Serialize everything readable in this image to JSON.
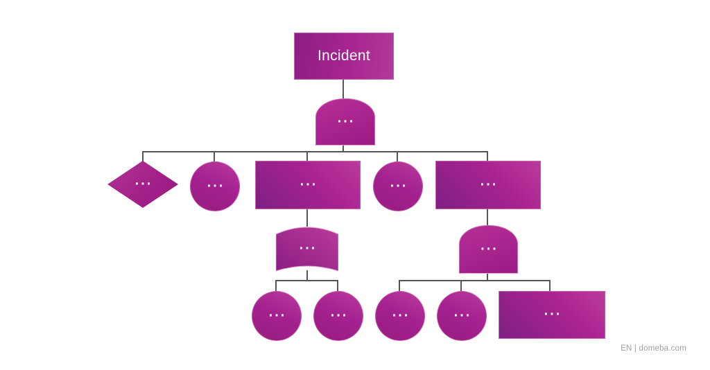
{
  "palette": {
    "gradient_dark": "#7e2083",
    "gradient_bright": "#bb3a9c",
    "connector": "#555555",
    "node_text": "#ffffff",
    "footer_text": "#9aa0a6",
    "background": "#ffffff"
  },
  "diagram": {
    "nodes": [
      {
        "id": "incident",
        "shape": "rectangle",
        "label": "Incident"
      },
      {
        "id": "branch-dome-top",
        "shape": "dome",
        "label": "..."
      },
      {
        "id": "decision-diamond",
        "shape": "diamond",
        "label": "..."
      },
      {
        "id": "circle-1",
        "shape": "circle",
        "label": "..."
      },
      {
        "id": "rect-1",
        "shape": "rectangle",
        "label": "..."
      },
      {
        "id": "circle-2",
        "shape": "circle",
        "label": "..."
      },
      {
        "id": "rect-2",
        "shape": "rectangle",
        "label": "..."
      },
      {
        "id": "stored-data",
        "shape": "stored-data",
        "label": "..."
      },
      {
        "id": "branch-dome-2",
        "shape": "dome",
        "label": "..."
      },
      {
        "id": "circle-3",
        "shape": "circle",
        "label": "..."
      },
      {
        "id": "circle-4",
        "shape": "circle",
        "label": "..."
      },
      {
        "id": "circle-5",
        "shape": "circle",
        "label": "..."
      },
      {
        "id": "circle-6",
        "shape": "circle",
        "label": "..."
      },
      {
        "id": "rect-3",
        "shape": "rectangle",
        "label": "..."
      }
    ]
  },
  "footer": {
    "text": "EN | domeba.com"
  }
}
